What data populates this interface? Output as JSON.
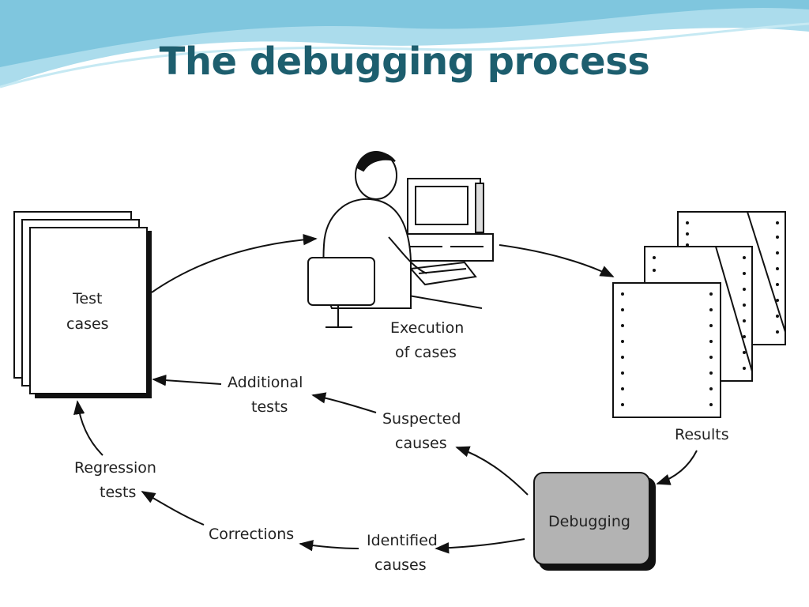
{
  "title": "The debugging process",
  "nodes": {
    "test_cases": [
      "Test",
      "cases"
    ],
    "execution": [
      "Execution",
      "of cases"
    ],
    "results": [
      "Results"
    ],
    "debugging": [
      "Debugging"
    ],
    "suspected_causes": [
      "Suspected",
      "causes"
    ],
    "additional_tests": [
      "Additional",
      "tests"
    ],
    "identified_causes": [
      "Identified",
      "causes"
    ],
    "corrections": [
      "Corrections"
    ],
    "regression_tests": [
      "Regression",
      "tests"
    ]
  },
  "colors": {
    "title": "#1d5e6e",
    "banner": "#7fc6df",
    "debugging_box": "#b3b3b3"
  }
}
